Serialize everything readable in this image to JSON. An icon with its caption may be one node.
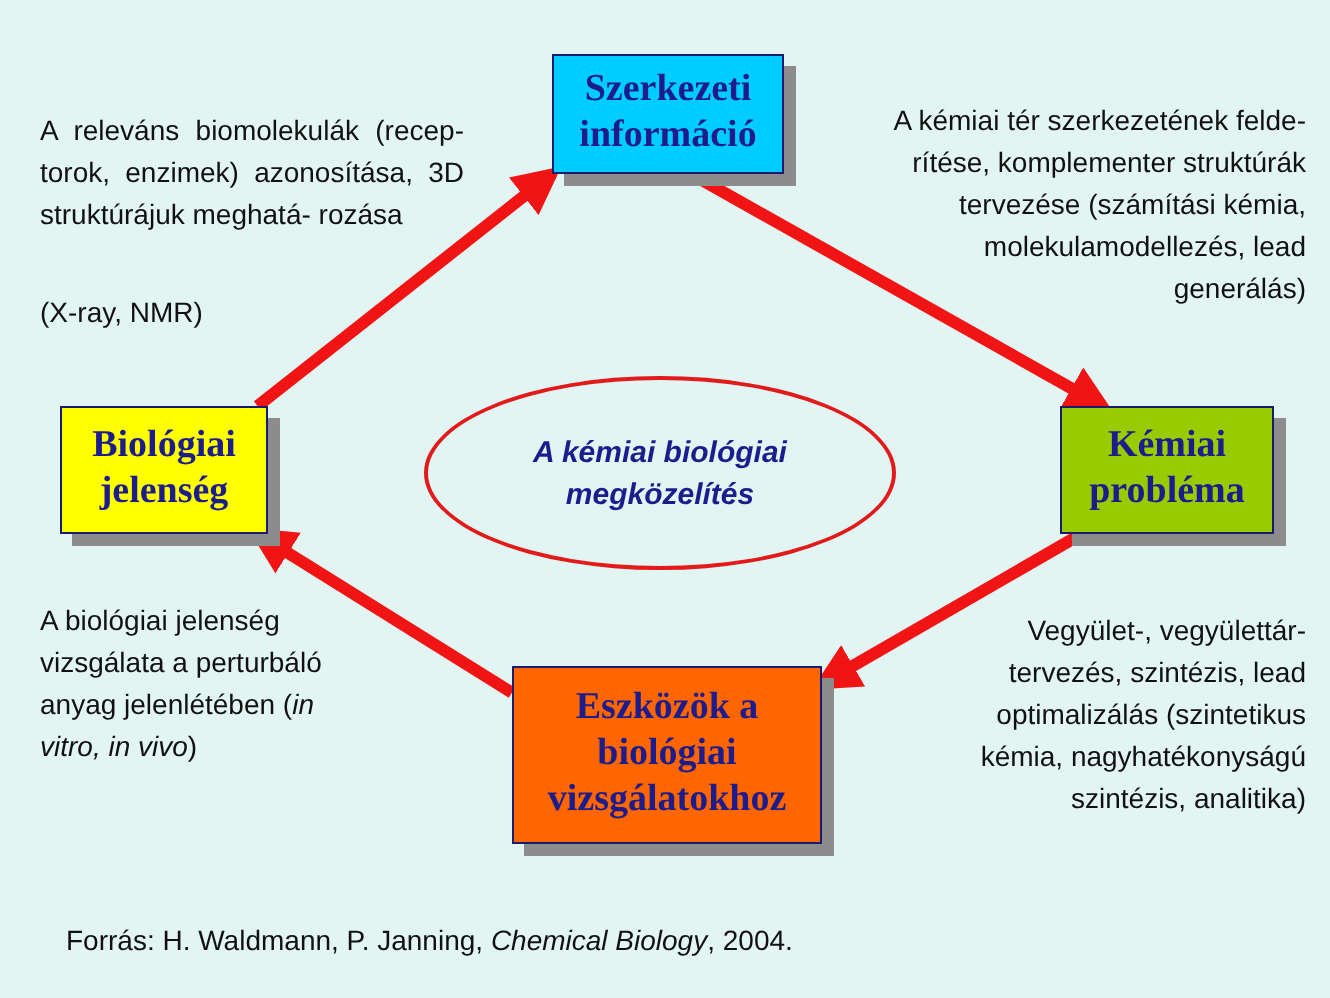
{
  "diagram": {
    "nodes": [
      {
        "text": [
          "Szerkezeti információ"
        ]
      },
      {
        "text": [
          "Kémiai probléma"
        ]
      },
      {
        "text": [
          "Eszközök a biológiai vizsgálatokhoz"
        ]
      },
      {
        "text": [
          "Biológiai jelenség"
        ]
      },
      {
        "text": [
          "A kémiai biológiai megközelítés"
        ]
      }
    ],
    "edges": [
      {
        "from": 3,
        "to": 0,
        "arrow": "to"
      },
      {
        "from": 0,
        "to": 1,
        "arrow": "to"
      },
      {
        "from": 1,
        "to": 2,
        "arrow": "to"
      },
      {
        "from": 2,
        "to": 3,
        "arrow": "to"
      }
    ],
    "labels": [
      "A releváns biomolekulák (recep- torok, enzimek) azonosítása, 3D struktúrájuk meghatá- rozása",
      "(X-ray, NMR)",
      "A kémiai tér szerkezetének felde- rítése, komplementer struktúrák tervezése (számítási kémia, molekulamodellezés, lead generálás)",
      "A biológiai jelenség vizsgálata a perturbáló anyag jelenlétében (*in vitro, in vivo*)",
      "Vegyület-, vegyülettár-tervezés, szintézis, lead optimalizálás (szintetikus kémia, nagyhatékonyságú szintézis, analitika)",
      "Forrás: H. Waldmann, P. Janning, *Chemical Biology*, 2004."
    ]
  }
}
